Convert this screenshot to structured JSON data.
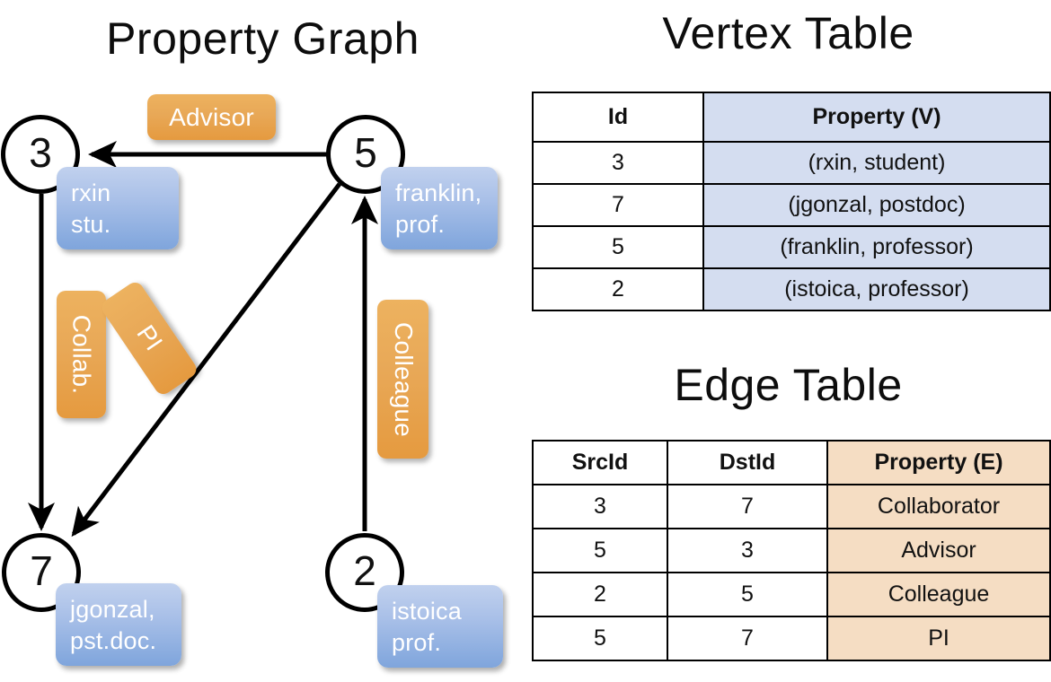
{
  "titles": {
    "graph": "Property Graph",
    "vertex": "Vertex Table",
    "edge": "Edge Table"
  },
  "colors": {
    "vertex_property_fill": "#d4ddf0",
    "edge_property_fill": "#f5ddc3",
    "node_box_blue": "#7fa5dc",
    "edge_label_orange": "#e8a857",
    "stroke": "#000000",
    "background": "#ffffff"
  },
  "graph": {
    "nodes": [
      {
        "id": "3",
        "property_line1": "rxin",
        "property_line2": "stu."
      },
      {
        "id": "5",
        "property_line1": "franklin,",
        "property_line2": "prof."
      },
      {
        "id": "7",
        "property_line1": "jgonzal,",
        "property_line2": "pst.doc."
      },
      {
        "id": "2",
        "property_line1": "istoica",
        "property_line2": "prof."
      }
    ],
    "edge_labels": [
      {
        "key": "advisor",
        "text": "Advisor"
      },
      {
        "key": "collab",
        "text": "Collab."
      },
      {
        "key": "pi",
        "text": "PI"
      },
      {
        "key": "colleague",
        "text": "Colleague"
      }
    ],
    "edges": [
      {
        "from": "5",
        "to": "3",
        "label": "Advisor"
      },
      {
        "from": "3",
        "to": "7",
        "label": "Collab."
      },
      {
        "from": "5",
        "to": "7",
        "label": "PI"
      },
      {
        "from": "2",
        "to": "5",
        "label": "Colleague"
      }
    ]
  },
  "vertex_table": {
    "headers": [
      "Id",
      "Property (V)"
    ],
    "rows": [
      {
        "id": "3",
        "property": "(rxin, student)"
      },
      {
        "id": "7",
        "property": "(jgonzal, postdoc)"
      },
      {
        "id": "5",
        "property": "(franklin, professor)"
      },
      {
        "id": "2",
        "property": "(istoica, professor)"
      }
    ]
  },
  "edge_table": {
    "headers": [
      "SrcId",
      "DstId",
      "Property (E)"
    ],
    "rows": [
      {
        "src": "3",
        "dst": "7",
        "property": "Collaborator"
      },
      {
        "src": "5",
        "dst": "3",
        "property": "Advisor"
      },
      {
        "src": "2",
        "dst": "5",
        "property": "Colleague"
      },
      {
        "src": "5",
        "dst": "7",
        "property": "PI"
      }
    ]
  }
}
